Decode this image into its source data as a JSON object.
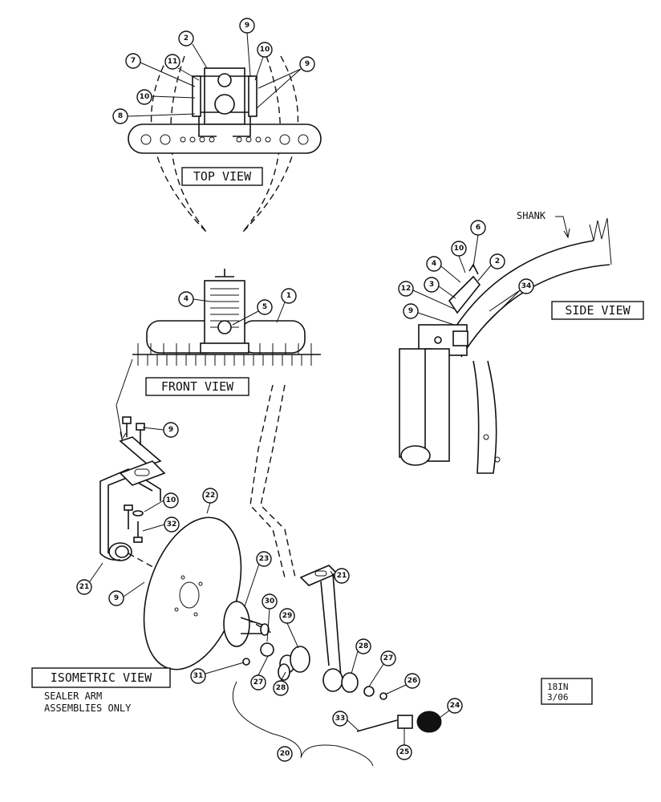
{
  "views": {
    "top": "TOP VIEW",
    "front": "FRONT VIEW",
    "side": "SIDE VIEW",
    "isometric": "ISOMETRIC VIEW"
  },
  "notes": {
    "line1": "SEALER ARM",
    "line2": "ASSEMBLIES ONLY",
    "shank": "SHANK"
  },
  "stamp": {
    "code": "18IN",
    "date": "3/06"
  },
  "callouts": {
    "top": [
      "2",
      "9",
      "10",
      "7",
      "11",
      "9",
      "10",
      "8"
    ],
    "front": [
      "4",
      "5",
      "1"
    ],
    "side": [
      "6",
      "10",
      "2",
      "4",
      "3",
      "12",
      "9",
      "34"
    ],
    "iso": [
      "9",
      "10",
      "32",
      "22",
      "21",
      "9",
      "23",
      "30",
      "29",
      "21",
      "28",
      "27",
      "26",
      "24",
      "31",
      "27",
      "28",
      "33",
      "25",
      "20"
    ]
  }
}
